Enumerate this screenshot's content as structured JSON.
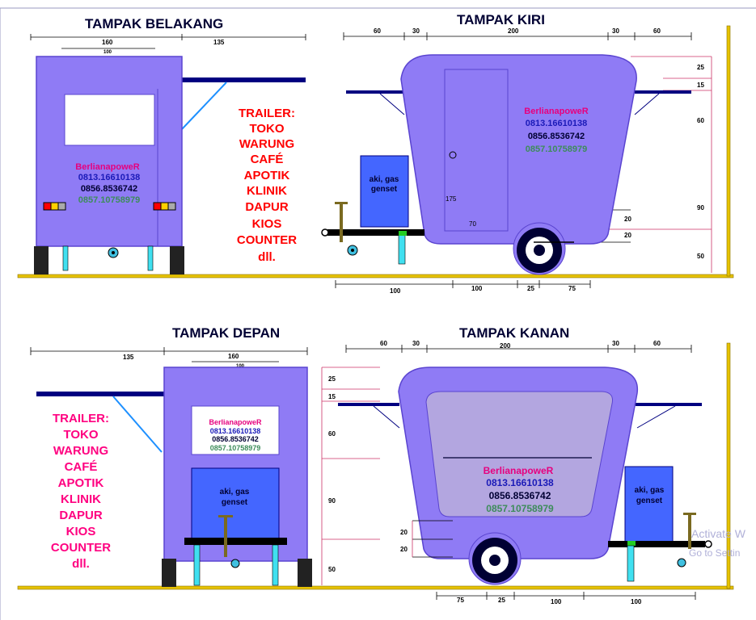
{
  "views": {
    "rear": {
      "title": "TAMPAK BELAKANG"
    },
    "left": {
      "title": "TAMPAK KIRI"
    },
    "front": {
      "title": "TAMPAK DEPAN"
    },
    "right": {
      "title": "TAMPAK KANAN"
    }
  },
  "trailer_list": [
    "TRAILER:",
    "TOKO",
    "WARUNG",
    "CAFÉ",
    "APOTIK",
    "KLINIK",
    "DAPUR",
    "KIOS",
    "COUNTER",
    "dll."
  ],
  "contact": {
    "brand": "BerlianapoweR",
    "phone1": "0813.16610138",
    "phone2": "0856.8536742",
    "phone3": "0857.10758979"
  },
  "box_label_1": "aki, gas",
  "box_label_2": "genset",
  "dims": {
    "d160": "160",
    "d100": "100",
    "d135": "135",
    "d60": "60",
    "d30": "30",
    "d200": "200",
    "d25": "25",
    "d15": "15",
    "d90": "90",
    "d50": "50",
    "d20": "20",
    "d175": "175",
    "d70": "70",
    "d75": "75"
  },
  "watermark": {
    "line1": "Activate W",
    "line2": "Go to Settin"
  },
  "colors": {
    "body": "#8f7bf5",
    "brand": "#e6007e",
    "phone1": "#1a1ab8",
    "phone2": "#000033",
    "phone3": "#3d8c5a",
    "list_top": "#ff0000",
    "list_bottom": "#ff0080"
  }
}
